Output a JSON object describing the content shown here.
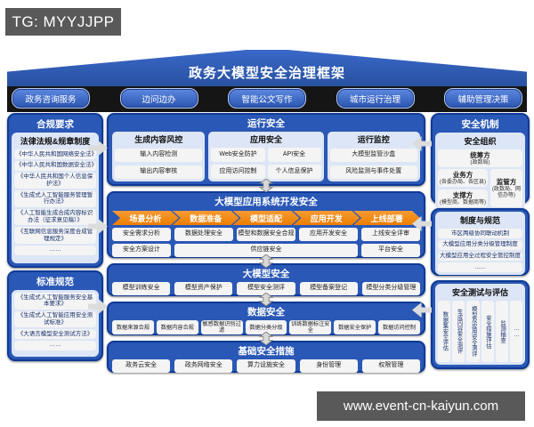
{
  "watermarks": {
    "tg_badge": "TG: MYYJJPP",
    "website": "www.event-cn-kaiyun.com"
  },
  "header": {
    "title": "政务大模型安全治理框架",
    "scenario_tabs": [
      "政务咨询服务",
      "边问边办",
      "智能公文写作",
      "城市运行治理",
      "辅助管理决策"
    ]
  },
  "left_column": {
    "compliance": {
      "title": "合规要求",
      "laws": {
        "title": "法律法规&规章制度",
        "items": [
          "《中华人民共和国网络安全法》",
          "《中华人民共和国数据安全法》",
          "《中华人民共和国个人信息保护法》",
          "《生成式人工智能服务管理暂行办法》",
          "《人工智能生成合成内容标识办法（征求意见稿）》",
          "《互联网信息服务深度合成管理规定》",
          "……"
        ]
      }
    },
    "standards": {
      "title": "标准规范",
      "items": [
        "《生成式人工智能服务安全基本要求》",
        "《生成式人工智能应用安全测试标准》",
        "《大语言模型安全测试方法》",
        "……"
      ]
    }
  },
  "middle_column": {
    "runtime_security": {
      "title": "运行安全",
      "panels": [
        {
          "title": "生成内容风控",
          "items": [
            "输入内容检测",
            "输出内容审核"
          ]
        },
        {
          "title": "应用安全",
          "items": [
            "Web安全防护",
            "API安全",
            "应用访问控制",
            "个人信息保护"
          ]
        },
        {
          "title": "运行监控",
          "items": [
            "大模型监管沙盒",
            "风险监测与事件处置"
          ]
        }
      ]
    },
    "development_security": {
      "title": "大模型应用系统开发安全",
      "phases": [
        "场景分析",
        "数据准备",
        "模型适配",
        "应用开发",
        "上线部署"
      ],
      "row1": [
        "安全需求分析",
        "数据处理安全",
        "模型和数据安全合规",
        "应用开发安全",
        "上线安全评审"
      ],
      "row2": [
        "安全方案设计",
        "供应链安全",
        "平台安全"
      ]
    },
    "model_security": {
      "title": "大模型安全",
      "items": [
        "模型训练安全",
        "模型资产保护",
        "模型安全测评",
        "模型备案登记",
        "模型分类分级管理"
      ]
    },
    "data_security": {
      "title": "数据安全",
      "items": [
        "数据来源合规",
        "数据内容合规",
        "敏感数据识别过滤",
        "数据分类分级",
        "训练数据标注安全",
        "数据安全保护",
        "数据访问控制"
      ]
    },
    "infrastructure": {
      "title": "基础安全措施",
      "items": [
        "政务云安全",
        "政务网络安全",
        "算力设施安全",
        "身份管理",
        "权限管理"
      ]
    }
  },
  "right_column": {
    "mechanism": {
      "title": "安全机制",
      "organization": {
        "title": "安全组织",
        "coordinator": {
          "name": "统筹方",
          "detail": "(政数局)"
        },
        "business": {
          "name": "业务方",
          "detail": "(各委办局、各区县)"
        },
        "regulator": {
          "name": "监管方",
          "detail": "(政数局、网信办等)"
        },
        "supporter": {
          "name": "支撑方",
          "detail": "(模型商、数据商等)"
        }
      }
    },
    "policies": {
      "title": "制度与规范",
      "items": [
        "市区两级协同联动机制",
        "大模型应用分类分级管理制度",
        "大模型应用全过程安全管控制度",
        "……"
      ]
    },
    "testing": {
      "title": "安全测试与评估",
      "items": [
        "数据集安全评估",
        "生成内容安全测评",
        "模型及应用安全测评",
        "安全措施评估",
        "监测抽查",
        "……"
      ]
    }
  },
  "colors": {
    "primary_blue": "#2a58b6",
    "border_navy": "#0f3a96",
    "panel_light": "#dce6f6",
    "accent_orange": "#ec7d00",
    "band_dark": "#151515",
    "badge_gray": "#595959",
    "item_white": "#f4f4f4"
  }
}
